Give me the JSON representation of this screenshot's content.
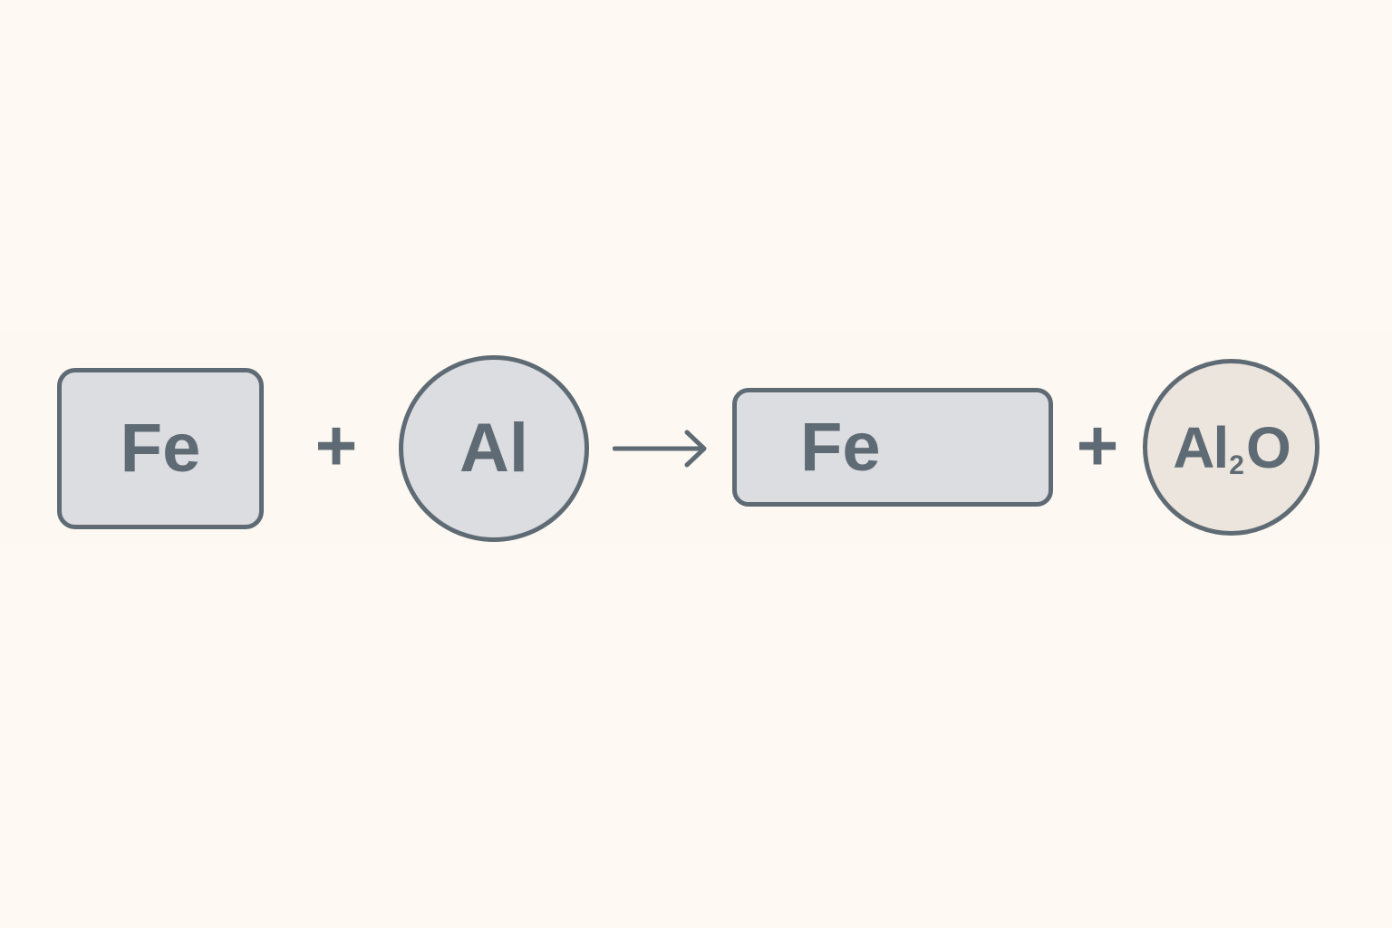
{
  "equation": {
    "reactant_1": "Fe",
    "plus_1": "+",
    "reactant_2": "Al",
    "product_1": "Fe",
    "plus_2": "+",
    "product_2": {
      "part_1": "Al",
      "subscript": "2",
      "part_2": "O"
    }
  },
  "colors": {
    "background": "#fefaf3",
    "stroke": "#5f6b74",
    "metal_fill": "#dcdde0",
    "oxide_fill": "#ece5de"
  }
}
